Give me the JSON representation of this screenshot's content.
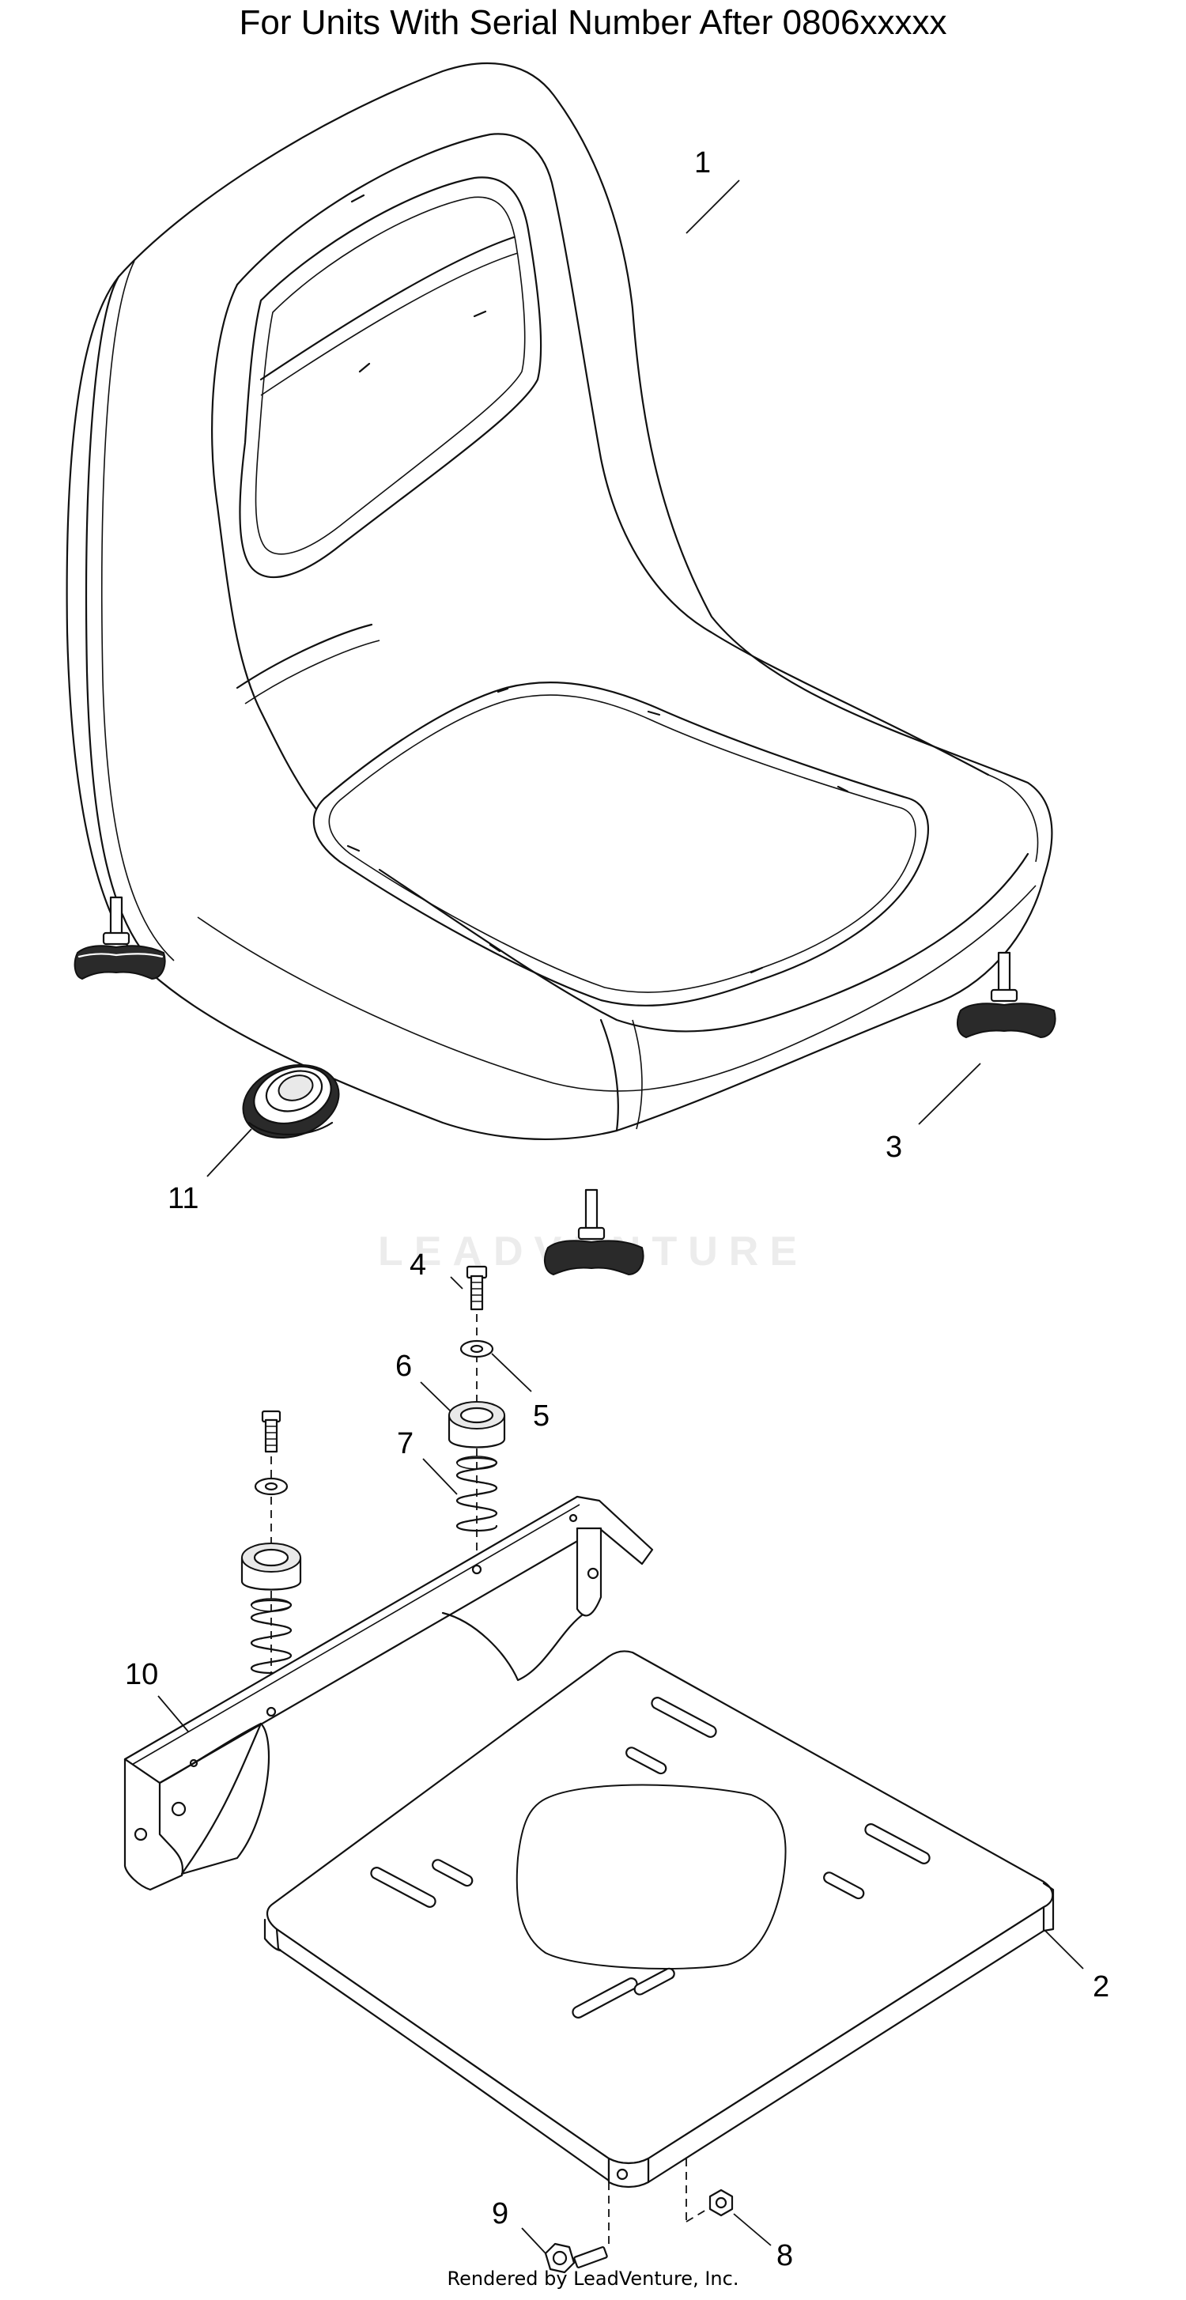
{
  "title": "For Units With Serial Number After 0806xxxxx",
  "footer": "Rendered by LeadVenture, Inc.",
  "watermark": "LEADVENTURE",
  "callouts": [
    {
      "id": "1",
      "label": "1"
    },
    {
      "id": "2",
      "label": "2"
    },
    {
      "id": "3",
      "label": "3"
    },
    {
      "id": "4",
      "label": "4"
    },
    {
      "id": "5",
      "label": "5"
    },
    {
      "id": "6",
      "label": "6"
    },
    {
      "id": "7",
      "label": "7"
    },
    {
      "id": "8",
      "label": "8"
    },
    {
      "id": "9",
      "label": "9"
    },
    {
      "id": "10",
      "label": "10"
    },
    {
      "id": "11",
      "label": "11"
    }
  ],
  "parts": {
    "seat": "seat",
    "seat_pan": "seat-pan",
    "knob": "knob",
    "bolt": "bolt",
    "washer": "washer",
    "bumper": "bumper",
    "spring": "spring",
    "nut": "nut",
    "screw": "screw",
    "bracket": "bracket",
    "switch": "switch"
  }
}
